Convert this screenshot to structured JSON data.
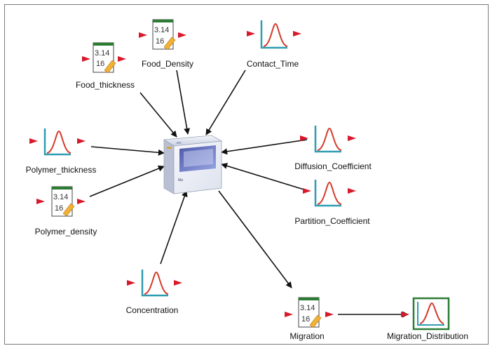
{
  "nodes": {
    "food_thickness": {
      "label": "Food_thickness",
      "icon": "value-node-icon",
      "value_top": "3.14",
      "value_bottom": "16"
    },
    "food_density": {
      "label": "Food_Density",
      "icon": "value-node-icon",
      "value_top": "3.14",
      "value_bottom": "16"
    },
    "contact_time": {
      "label": "Contact_Time",
      "icon": "distribution-node-icon"
    },
    "polymer_thickness": {
      "label": "Polymer_thickness",
      "icon": "distribution-node-icon"
    },
    "polymer_density": {
      "label": "Polymer_density",
      "icon": "value-node-icon",
      "value_top": "3.14",
      "value_bottom": "16"
    },
    "diffusion_coefficient": {
      "label": "Diffusion_Coefficient",
      "icon": "distribution-node-icon"
    },
    "partition_coefficient": {
      "label": "Partition_Coefficient",
      "icon": "distribution-node-icon"
    },
    "concentration": {
      "label": "Concentration",
      "icon": "distribution-node-icon"
    },
    "migration": {
      "label": "Migration",
      "icon": "value-node-icon",
      "value_top": "3.14",
      "value_bottom": "16"
    },
    "migration_distribution": {
      "label": "Migration_Distribution",
      "icon": "distribution-output-icon"
    },
    "model": {
      "icon": "model-box-icon",
      "box_text": "Ma",
      "brand": "Mat"
    }
  },
  "colors": {
    "connector": "#111111",
    "port_arrow": "#d8192a",
    "curve": "#d33b2b",
    "axis": "#2f9db0",
    "value_bar": "#2c7c34",
    "output_border": "#2c7c34",
    "frame": "#7a7a7a"
  }
}
